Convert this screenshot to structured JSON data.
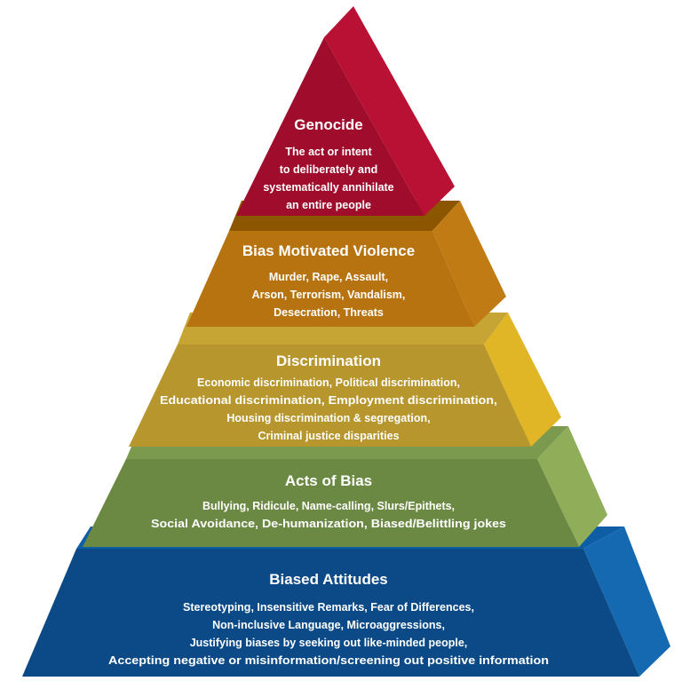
{
  "colors": {
    "genocide": {
      "front": "#a00c2b",
      "side": "#b81133"
    },
    "violence": {
      "front": "#b7730f",
      "top": "#8c5600",
      "side": "#c07b14"
    },
    "discrimination": {
      "front": "#b6962d",
      "top": "#c6a534",
      "side": "#e1b626"
    },
    "acts": {
      "front": "#6c8944",
      "top": "#7b9a4e",
      "side": "#90ae5a"
    },
    "attitudes": {
      "front": "#0b4a86",
      "top": "#0e5ea6",
      "side": "#1569b1"
    }
  },
  "levels": {
    "genocide": {
      "title": "Genocide",
      "lines": [
        "The act or intent",
        "to deliberately and",
        "systematically annihilate",
        "an entire people"
      ]
    },
    "violence": {
      "title": "Bias Motivated Violence",
      "lines": [
        "Murder, Rape, Assault,",
        "Arson, Terrorism, Vandalism,",
        "Desecration, Threats"
      ]
    },
    "discrimination": {
      "title": "Discrimination",
      "lines": [
        "Economic discrimination, Political discrimination,",
        "Educational discrimination, Employment discrimination,",
        "Housing discrimination & segregation,",
        "Criminal justice disparities"
      ]
    },
    "acts": {
      "title": "Acts of Bias",
      "lines": [
        "Bullying, Ridicule, Name-calling, Slurs/Epithets,",
        "Social Avoidance, De-humanization, Biased/Belittling jokes"
      ]
    },
    "attitudes": {
      "title": "Biased Attitudes",
      "lines": [
        "Stereotyping, Insensitive Remarks, Fear of Differences,",
        "Non-inclusive Language, Microaggressions,",
        "Justifying biases by seeking out like-minded people,",
        "Accepting negative or misinformation/screening out positive information"
      ]
    }
  }
}
